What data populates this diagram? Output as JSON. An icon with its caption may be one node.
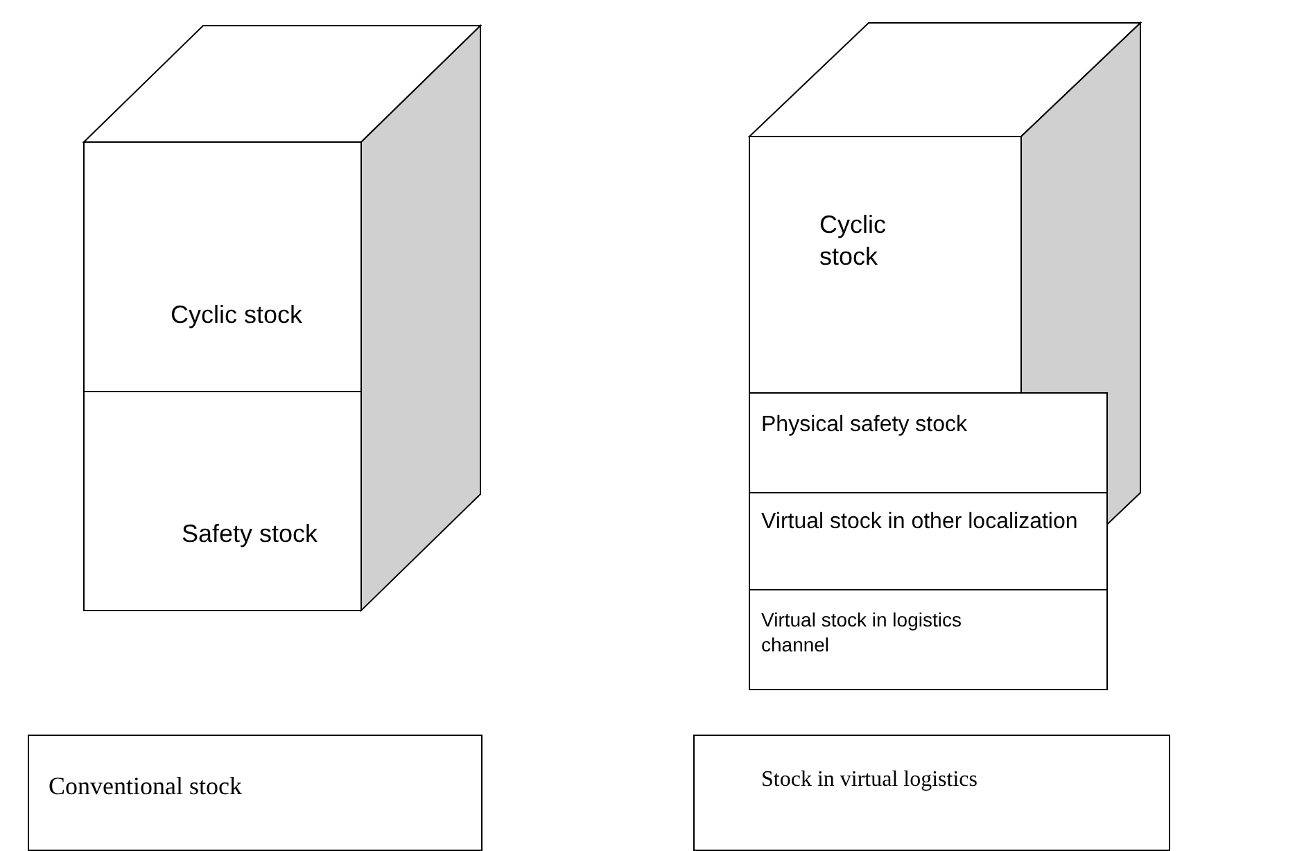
{
  "diagram": {
    "nodes": [
      {
        "text": [],
        "shape": "cube"
      },
      {
        "text": [
          "Cyclic stock"
        ],
        "in": 0
      },
      {
        "text": [
          "Safety stock"
        ],
        "in": 0
      },
      {
        "text": [],
        "shape": "cube"
      },
      {
        "text": [
          "Cyclic stock"
        ],
        "in": 3
      },
      {
        "text": [
          "Physical safety stock"
        ],
        "in": 3
      },
      {
        "text": [
          "Virtual stock in other localization"
        ],
        "in": 3
      },
      {
        "text": [
          "Virtual stock in logistics channel"
        ]
      },
      {
        "text": [
          "Conventional stock"
        ]
      },
      {
        "text": [
          "Stock in virtual logistics"
        ]
      }
    ]
  }
}
